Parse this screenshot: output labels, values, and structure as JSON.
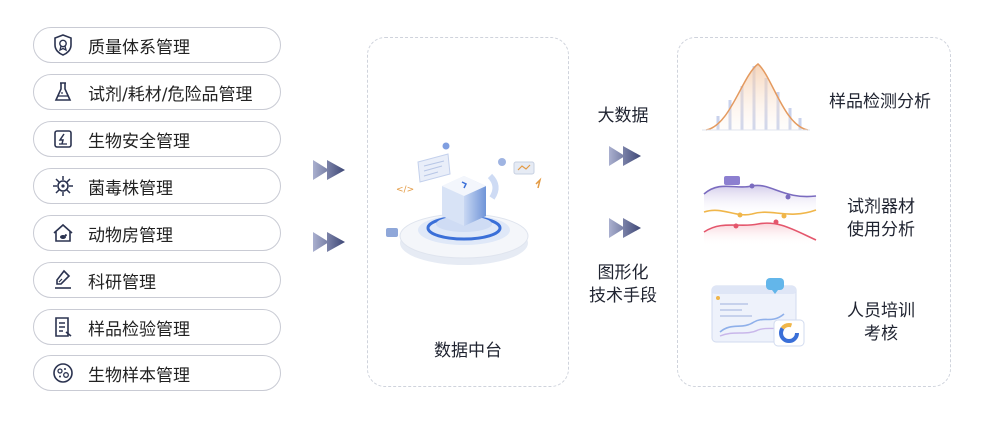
{
  "modules": [
    {
      "label": "质量体系管理",
      "icon": "shield-badge-icon"
    },
    {
      "label": "试剂/耗材/危险品管理",
      "icon": "flask-icon"
    },
    {
      "label": "生物安全管理",
      "icon": "biosafety-icon"
    },
    {
      "label": "菌毒株管理",
      "icon": "virus-icon"
    },
    {
      "label": "动物房管理",
      "icon": "animal-house-icon"
    },
    {
      "label": "科研管理",
      "icon": "research-icon"
    },
    {
      "label": "样品检验管理",
      "icon": "inspection-icon"
    },
    {
      "label": "生物样本管理",
      "icon": "petri-dish-icon"
    }
  ],
  "center": {
    "label": "数据中台"
  },
  "flows": {
    "big_data": "大数据",
    "graphics_line1": "图形化",
    "graphics_line2": "技术手段"
  },
  "outputs": {
    "sample_analysis": "样品检测分析",
    "reagent_line1": "试剂器材",
    "reagent_line2": "使用分析",
    "training_line1": "人员培训",
    "training_line2": "考核"
  },
  "colors": {
    "accent": "#3a6fd8",
    "arrow": "#3e4776",
    "outline": "#2b3350"
  }
}
